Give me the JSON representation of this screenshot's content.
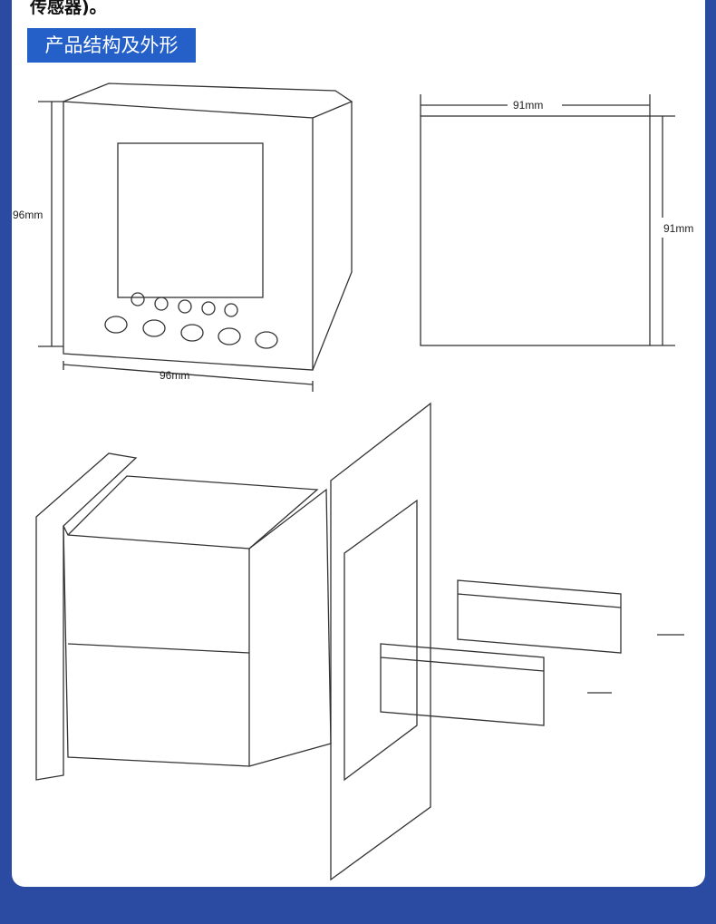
{
  "intro_text_tail": "传感器)。",
  "section_heading": "产品结构及外形",
  "front_view": {
    "height_label": "96mm",
    "width_label": "96mm"
  },
  "cutout_view": {
    "width_label": "91mm",
    "height_label": "91mm"
  }
}
